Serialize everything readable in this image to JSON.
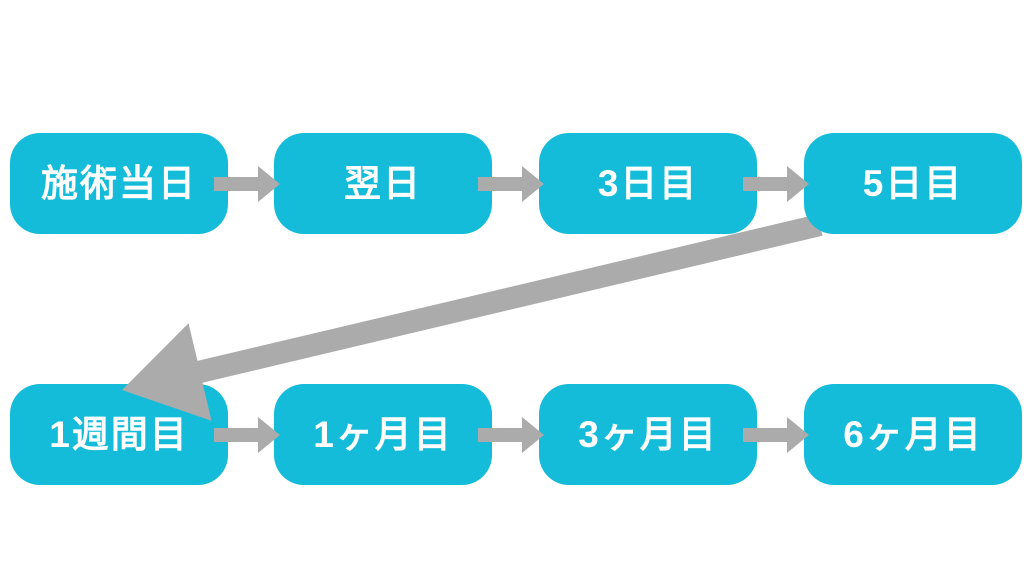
{
  "diagram": {
    "description": "treatment-followup-schedule-flow",
    "rows": [
      {
        "steps": [
          {
            "label": "施術当日"
          },
          {
            "label": "翌日"
          },
          {
            "label": "3日目"
          },
          {
            "label": "5日目"
          }
        ]
      },
      {
        "steps": [
          {
            "label": "1週間目"
          },
          {
            "label": "1ヶ月目"
          },
          {
            "label": "3ヶ月目"
          },
          {
            "label": "6ヶ月目"
          }
        ]
      }
    ],
    "connectors": {
      "between_steps": "right-arrow",
      "row_transition": "diagonal-arrow-from-5日目-to-1週間目"
    }
  },
  "colors": {
    "box-fill": "#15bcd9",
    "arrow-gray": "#ababab",
    "box-text": "#ffffff",
    "bg": "#ffffff"
  }
}
